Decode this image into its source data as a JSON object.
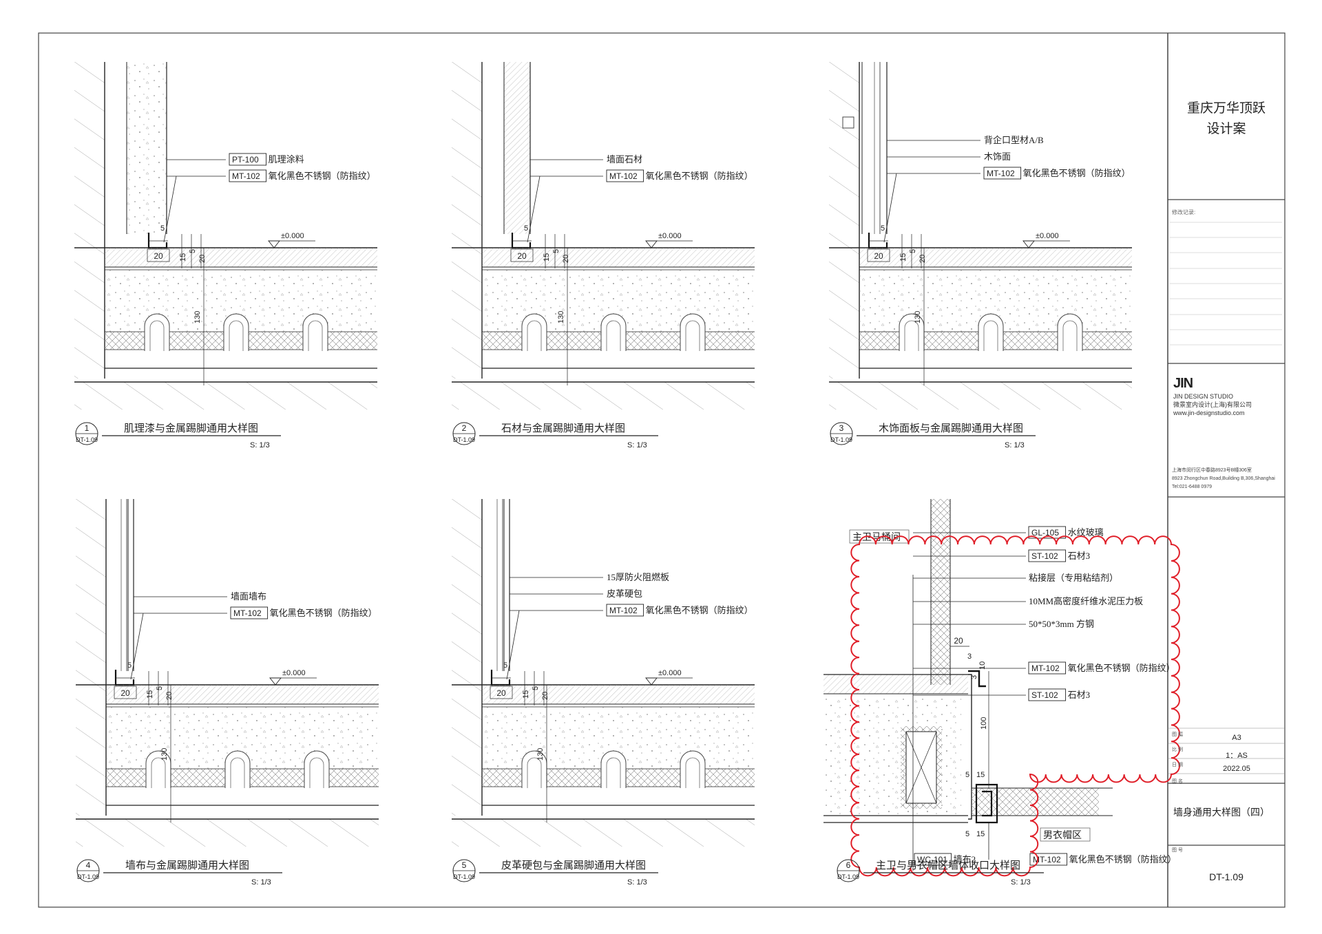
{
  "title_block": {
    "project_name_line1": "重庆万华顶跃",
    "project_name_line2": "设计案",
    "revision_record_label": "修改记录:",
    "studio_logo": "JIN",
    "studio_name_en": "JIN DESIGN STUDIO",
    "studio_name_cn": "微景室内设计(上海)有限公司",
    "studio_web": "www.jin-designstudio.com",
    "address_cn": "上海市闵行区中春路8923号B幢306室",
    "address_en": "8923 Zhongchun Road,Building B,306,Shanghai",
    "tel": "Tel:021-6488 0979",
    "paper_label": "图 幅",
    "paper_value": "A3",
    "scale_label": "比 例",
    "scale_value": "1：AS",
    "date_label": "日 期",
    "date_value": "2022.05",
    "sheet_name_label": "图 名",
    "sheet_name": "墙身通用大样图（四）",
    "sheet_no_label": "图 号",
    "sheet_no": "DT-1.09"
  },
  "details": [
    {
      "number": "1",
      "ref": "DT-1.09",
      "title": "肌理漆与金属踢脚通用大样图",
      "scale": "S: 1/3",
      "callouts": [
        {
          "tag": "PT-100",
          "text": "肌理涂料"
        },
        {
          "tag": "MT-102",
          "text": "氧化黑色不锈钢（防指纹）"
        }
      ],
      "level": "±0.000",
      "dims": {
        "d5": "5",
        "d20w": "20",
        "d15": "15",
        "d5b": "5",
        "d20h": "20",
        "d130": "130"
      }
    },
    {
      "number": "2",
      "ref": "DT-1.09",
      "title": "石材与金属踢脚通用大样图",
      "scale": "S: 1/3",
      "callouts": [
        {
          "tag": "",
          "text": "墙面石材"
        },
        {
          "tag": "MT-102",
          "text": "氧化黑色不锈钢（防指纹）"
        }
      ],
      "level": "±0.000",
      "dims": {
        "d5": "5",
        "d20w": "20",
        "d15": "15",
        "d5b": "5",
        "d20h": "20",
        "d130": "130"
      }
    },
    {
      "number": "3",
      "ref": "DT-1.09",
      "title": "木饰面板与金属踢脚通用大样图",
      "scale": "S: 1/3",
      "callouts": [
        {
          "tag": "",
          "text": "背企口型材A/B"
        },
        {
          "tag": "",
          "text": "木饰面"
        },
        {
          "tag": "MT-102",
          "text": "氧化黑色不锈钢（防指纹）"
        }
      ],
      "level": "±0.000",
      "dims": {
        "d5": "5",
        "d20w": "20",
        "d15": "15",
        "d5b": "5",
        "d20h": "20",
        "d130": "130"
      }
    },
    {
      "number": "4",
      "ref": "DT-1.09",
      "title": "墙布与金属踢脚通用大样图",
      "scale": "S: 1/3",
      "callouts": [
        {
          "tag": "",
          "text": "墙面墙布"
        },
        {
          "tag": "MT-102",
          "text": "氧化黑色不锈钢（防指纹）"
        }
      ],
      "level": "±0.000",
      "dims": {
        "d5": "5",
        "d20w": "20",
        "d15": "15",
        "d5b": "5",
        "d20h": "20",
        "d130": "130"
      }
    },
    {
      "number": "5",
      "ref": "DT-1.09",
      "title": "皮革硬包与金属踢脚通用大样图",
      "scale": "S: 1/3",
      "callouts": [
        {
          "tag": "",
          "text": "15厚防火阻燃板"
        },
        {
          "tag": "",
          "text": "皮革硬包"
        },
        {
          "tag": "MT-102",
          "text": "氧化黑色不锈钢（防指纹）"
        }
      ],
      "level": "±0.000",
      "dims": {
        "d5": "5",
        "d20w": "20",
        "d15": "15",
        "d5b": "5",
        "d20h": "20",
        "d130": "130"
      }
    }
  ],
  "detail6": {
    "number": "6",
    "ref": "DT-1.09",
    "title": "主卫与男衣帽区墙体收口大样图",
    "scale": "S: 1/3",
    "room_a": "主卫马桶间",
    "room_b": "男衣帽区",
    "callouts": [
      {
        "tag": "GL-105",
        "text": "水纹玻璃"
      },
      {
        "tag": "ST-102",
        "text": "石材3"
      },
      {
        "tag": "",
        "text": "粘接层（专用粘结剂）"
      },
      {
        "tag": "",
        "text": "10MM高密度纤维水泥压力板"
      },
      {
        "tag": "",
        "text": "50*50*3mm 方钢"
      },
      {
        "tag": "MT-102",
        "text": "氧化黑色不锈钢（防指纹）"
      },
      {
        "tag": "ST-102",
        "text": "石材3"
      },
      {
        "tag": "WC-101",
        "text": "墙布2"
      },
      {
        "tag": "MT-102",
        "text": "氧化黑色不锈钢（防指纹）"
      }
    ],
    "dims": {
      "d20": "20",
      "d3": "3",
      "d10": "10",
      "d3b": "3",
      "d100": "100",
      "d5": "5",
      "d15": "15",
      "d5b": "5",
      "d15b": "15"
    }
  },
  "colors": {
    "line": "#222222",
    "hatch": "#8a8a8a",
    "revision_cloud": "#e0202a"
  }
}
